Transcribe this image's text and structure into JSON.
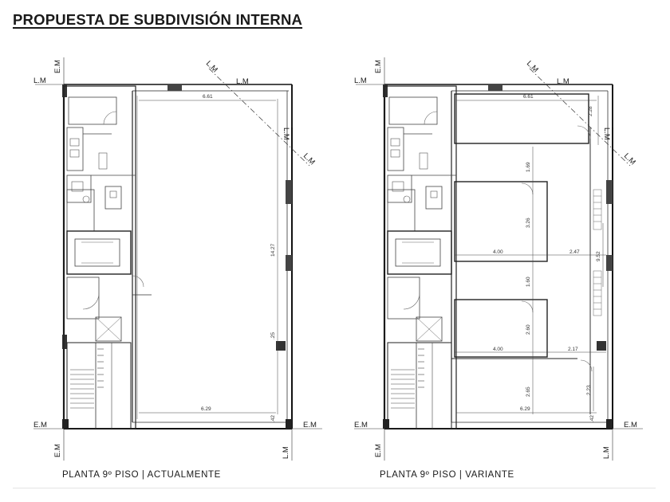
{
  "title": "PROPUESTA DE SUBDIVISIÓN INTERNA",
  "markers": {
    "em": "E.M",
    "lm": "L.M"
  },
  "plans": [
    {
      "caption": "PLANTA 9º PISO | ACTUALMENTE",
      "dims": {
        "top": "6.61",
        "bottom": "6.29",
        "vertical": "14.27",
        "small_a": ".42",
        "small_b": ".25"
      }
    },
    {
      "caption": "PLANTA 9º PISO | VARIANTE",
      "dims": {
        "top": "6.61",
        "bottom": "6.29",
        "r1": "2.28",
        "r2": "1.69",
        "r3": "3.26",
        "r4": "4.00",
        "r5": "2.47",
        "r6": "9.52",
        "r7": "1.60",
        "r8": "2.60",
        "r9": "4.00",
        "r10": "2.17",
        "r11": "2.65",
        "r12": "2.23",
        "small_a": ".42"
      }
    }
  ]
}
